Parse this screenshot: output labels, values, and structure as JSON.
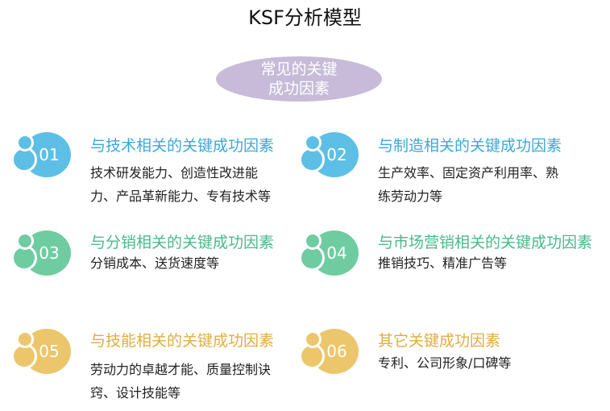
{
  "title": "KSF分析模型",
  "center": {
    "line1": "常见的关键",
    "line2": "成功因素"
  },
  "items": [
    {
      "num": "01",
      "title": "与技术相关的关键成功因素",
      "desc": "技术研发能力、创造性改进能力、产品革新能力、专有技术等",
      "color": "#5dbfe5"
    },
    {
      "num": "02",
      "title": "与制造相关的关键成功因素",
      "desc": "生产效率、固定资产利用率、熟练劳动力等",
      "color": "#5dbfe5"
    },
    {
      "num": "03",
      "title": "与分销相关的关键成功因素",
      "desc": "分销成本、送货速度等",
      "color": "#6fcca0"
    },
    {
      "num": "04",
      "title": "与市场营销相关的关键成功因素",
      "desc": "推销技巧、精准广告等",
      "color": "#6fcca0"
    },
    {
      "num": "05",
      "title": "与技能相关的关键成功因素",
      "desc": "劳动力的卓越才能、质量控制诀窍、设计技能等",
      "color": "#ecc66a"
    },
    {
      "num": "06",
      "title": "其它关键成功因素",
      "desc": "专利、公司形象/口碑等",
      "color": "#ecc66a"
    }
  ]
}
